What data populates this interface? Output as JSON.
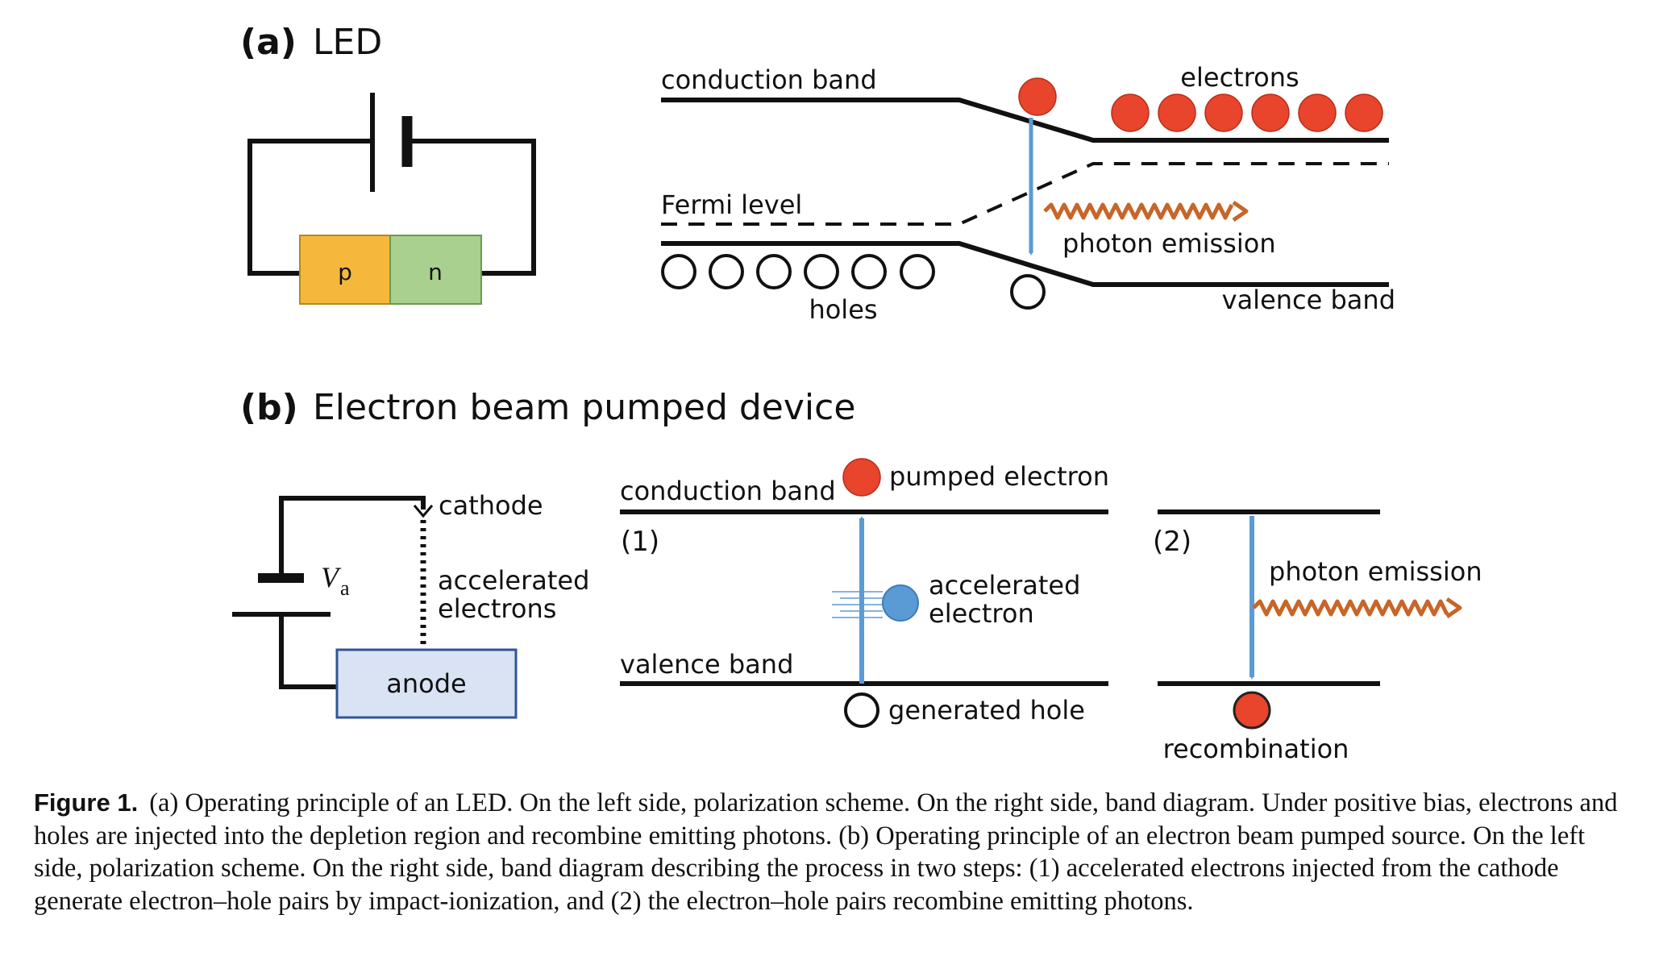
{
  "panel_a": {
    "label": "(a)",
    "title": "LED",
    "diode": {
      "p_label": "p",
      "n_label": "n"
    },
    "band": {
      "conduction_label": "conduction band",
      "fermi_label": "Fermi level",
      "valence_label": "valence band",
      "electrons_label": "electrons",
      "holes_label": "holes",
      "photon_label": "photon emission"
    }
  },
  "panel_b": {
    "label": "(b)",
    "title": "Electron beam pumped device",
    "circuit": {
      "voltage_symbol": "V",
      "voltage_subscript": "a",
      "cathode_label": "cathode",
      "accelerated_line1": "accelerated",
      "accelerated_line2": "electrons",
      "anode_label": "anode"
    },
    "step1": {
      "number": "(1)",
      "conduction_label": "conduction band",
      "valence_label": "valence band",
      "pumped_label": "pumped electron",
      "accel_line1": "accelerated",
      "accel_line2": "electron",
      "hole_label": "generated hole"
    },
    "step2": {
      "number": "(2)",
      "photon_label": "photon emission",
      "recombination_label": "recombination"
    }
  },
  "caption": {
    "label": "Figure 1.",
    "text": "(a) Operating principle of an LED. On the left side, polarization scheme. On the right side, band diagram. Under positive bias, electrons and holes are injected into the depletion region and recombine emitting photons. (b) Operating principle of an electron beam pumped source. On the left side, polarization scheme. On the right side, band diagram describing the process in two steps: (1) accelerated electrons injected from the cathode generate electron–hole pairs by impact-ionization, and (2) the electron–hole pairs recombine emitting photons."
  },
  "colors": {
    "electron": "#e8452c",
    "hole_stroke": "#111111",
    "arrow": "#5b9bd5",
    "photon": "#c86528",
    "p_region": "#f6b83c",
    "n_region": "#a9d08e",
    "anode_fill": "#dae3f3",
    "anode_stroke": "#2f5597",
    "accel_electron": "#5b9bd5"
  }
}
